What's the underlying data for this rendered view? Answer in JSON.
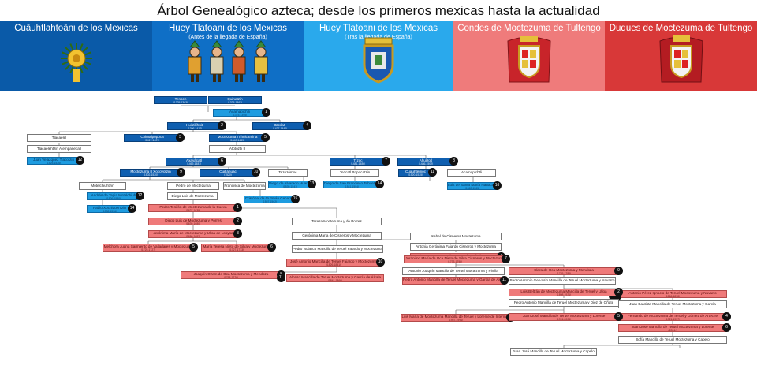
{
  "title": "Árbol Genealógico azteca; desde los primeros mexicas hasta la actualidad",
  "headers": [
    {
      "title": "Cuāuhtlahtoāni de los Mexicas",
      "subtitle": "",
      "color": "#0a5aa8",
      "emblem": "feather-shield-emblem"
    },
    {
      "title": "Huey Tlatoani de los Mexicas",
      "subtitle": "(Antes de la llegada de España)",
      "color": "#0f6fc6",
      "emblem": "codex-figures-emblem"
    },
    {
      "title": "Huey Tlatoani de los Mexicas",
      "subtitle": "(Tras la llegada de España)",
      "color": "#2aa9ec",
      "emblem": "spanish-coat-of-arms-emblem"
    },
    {
      "title": "Condes de Moctezuma de Tultengo",
      "subtitle": "",
      "color": "#ef7b7b",
      "emblem": "count-coat-of-arms-emblem"
    },
    {
      "title": "Duques de Moctezuma de Tultengo",
      "subtitle": "",
      "color": "#d83838",
      "emblem": "duke-coat-of-arms-emblem"
    }
  ],
  "nodes": [
    {
      "name": "Tenoch",
      "date": "(1325-1363)",
      "kind": "b1"
    },
    {
      "name": "Quinatzin",
      "date": "(1325-1363)",
      "kind": "b1"
    },
    {
      "name": "Acamapichtli",
      "date": "(1375-1395)",
      "kind": "b2",
      "num": "1"
    },
    {
      "name": "Huitzilíhuitl",
      "date": "(1396-1417)",
      "kind": "b1",
      "num": "2"
    },
    {
      "name": "Itzcóatl",
      "date": "(1427-1440)",
      "kind": "b1",
      "num": "4"
    },
    {
      "name": "Tlacaélel",
      "date": "",
      "kind": "b0"
    },
    {
      "name": "Chimalpopoca",
      "date": "(1417-1427)",
      "kind": "b1",
      "num": "3"
    },
    {
      "name": "Moctezuma I Ilhuicamina",
      "date": "(1440-1469)",
      "kind": "b1",
      "num": "5"
    },
    {
      "name": "Tlacaelehtzin Atempanecatl",
      "date": "",
      "kind": "b0"
    },
    {
      "name": "Atotoztli II",
      "date": "",
      "kind": "b0"
    },
    {
      "name": "Juan Velázquez Tlacotzin",
      "date": "(1525-1526)",
      "kind": "b2",
      "num": "12"
    },
    {
      "name": "Axayácatl",
      "date": "(1469-1481)",
      "kind": "b1",
      "num": "6"
    },
    {
      "name": "Tízoc",
      "date": "(1481-1486)",
      "kind": "b1",
      "num": "7"
    },
    {
      "name": "Ahuízotl",
      "date": "(1486-1502)",
      "kind": "b1",
      "num": "8"
    },
    {
      "name": "Moctezuma II Xocoyotzin",
      "date": "(1502-1520)",
      "kind": "b1",
      "num": "9"
    },
    {
      "name": "Cuitláhuac",
      "date": "(1520)",
      "kind": "b1",
      "num": "10"
    },
    {
      "name": "Tezozómoc",
      "date": "",
      "kind": "b0"
    },
    {
      "name": "Tezcatl Popocatzin",
      "date": "",
      "kind": "b0"
    },
    {
      "name": "Cuauhtémoc",
      "date": "(1520-1525)",
      "kind": "b1",
      "num": "11"
    },
    {
      "name": "Acamapichtli",
      "date": "",
      "kind": "b0"
    },
    {
      "name": "Motelchiuhtzin",
      "date": "",
      "kind": "b0"
    },
    {
      "name": "Pedro de Moctezuma",
      "date": "",
      "kind": "b0"
    },
    {
      "name": "Francisca de Moctezuma",
      "date": "",
      "kind": "b0"
    },
    {
      "name": "Diego de Alvarado Huanitzin",
      "date": "(1539-1541)",
      "kind": "b2",
      "num": "13"
    },
    {
      "name": "Diego de San Francisco Tehuetzquititzin",
      "date": "(1541-1554)",
      "kind": "b2",
      "num": "14"
    },
    {
      "name": "Luis de Santa María Nanacacipactzin",
      "date": "(1563-1565)",
      "kind": "b2",
      "num": "16"
    },
    {
      "name": "Andrés de Tapia Motelchiuh",
      "date": "(1526-1530)",
      "kind": "b2",
      "num": "12"
    },
    {
      "name": "Diego Luis de Moctezuma",
      "date": "",
      "kind": "b0"
    },
    {
      "name": "Cristóbal de Guzmán Cecetzin",
      "date": "(1557-1562)",
      "kind": "b2",
      "num": "15"
    },
    {
      "name": "Pablo Xochiquentzin",
      "date": "(1532-1536)",
      "kind": "b2",
      "num": "14"
    },
    {
      "name": "Pedro Tesifón de Moctezuma de la Cueva",
      "date": "(1627-1639)",
      "kind": "b3",
      "num": "1"
    },
    {
      "name": "Teresa Moctezuma y de Porres",
      "date": "",
      "kind": "b0"
    },
    {
      "name": "Diego Luis de Moctezuma y Porres",
      "date": "(1639-1680)",
      "kind": "b3",
      "num": "2"
    },
    {
      "name": "Jerónima María de Moctezuma y Ulloa de Loaysa",
      "date": "(1680-1692)",
      "kind": "b3",
      "num": "3"
    },
    {
      "name": "Gerónima María de Cisneros y Moctezuma",
      "date": "",
      "kind": "b0"
    },
    {
      "name": "Isabel de Cisneros Moctezuma",
      "date": "",
      "kind": "b0"
    },
    {
      "name": "Antonia Gerónima Fajardo Cisneros y Moctezuma",
      "date": "",
      "kind": "b0"
    },
    {
      "name": "Faustina Domínguez Colmenares de Valladares y Moctezuma",
      "date": "(1692-1725)",
      "kind": "b3",
      "num": "4"
    },
    {
      "name": "Melchora Juana Sarmiento de Valladares y Moctezuma",
      "date": "(1725-1727)",
      "kind": "b3",
      "num": "5"
    },
    {
      "name": "María Teresa Nieto de Silva y Moctezuma",
      "date": "(1727-1733)",
      "kind": "b3",
      "num": "6"
    },
    {
      "name": "Pedro Nolasco Mancilla de Teruel Fajardo y Moctezuma",
      "date": "",
      "kind": "b0"
    },
    {
      "name": "Jerónimo María de Oca Nieto de Silva Cisneros y Moctezuma",
      "date": "(1733-1758)",
      "kind": "b3",
      "num": "7"
    },
    {
      "name": "José Antonio Mancilla de Teruel Fajardo y Moctezuma",
      "date": "(1826-1841)",
      "kind": "b3",
      "num": "10"
    },
    {
      "name": "Antonio Joaquín Mancilla de Teruel Moctezuma y Pinilla",
      "date": "",
      "kind": "b0"
    },
    {
      "name": "Clara de Oca Moctezuma y Mendoza",
      "date": "(1776-1786)",
      "kind": "b3",
      "num": "9"
    },
    {
      "name": "Joaquín Ozam de Oca Moctezuma y Mendoza",
      "date": "(1758-1776)",
      "kind": "b3",
      "num": "8"
    },
    {
      "name": "Alonso Mancilla de Teruel Moctezuma y García de Álcala",
      "date": "(1841-1866)",
      "kind": "b3",
      "num": "11"
    },
    {
      "name": "Pedro Antonio Mancilla de Teruel Moctezuma y García de Álcala",
      "date": "",
      "kind": "b3",
      "num": "11"
    },
    {
      "name": "Pedro Antonio Gervasio Mancilla de Teruel Moctezuma y Navarro",
      "date": "",
      "kind": "b0"
    },
    {
      "name": "Antonio Pérez Ignacio de Teruel Moctezuma y Navarro",
      "date": "(1866-1898)",
      "kind": "b3",
      "num": "12/1"
    },
    {
      "name": "Luis Beltrán de Moctezuma Mancilla de Teruel y Ulloa",
      "date": "(1898-1921)",
      "kind": "b3",
      "num": "2"
    },
    {
      "name": "Pedro Antonio Mancilla de Teruel Moctezuma y Diez de Oñate",
      "date": "",
      "kind": "b0"
    },
    {
      "name": "Juan Bautista Mancilla de Teruel Moctezuma y García",
      "date": "",
      "kind": "b0"
    },
    {
      "name": "Fernando de Moctezuma de Teruel y Gómez de Arteche",
      "date": "(1921-1957)",
      "kind": "b3",
      "num": "4"
    },
    {
      "name": "Luis María de Moctezuma Mancilla de Teruel y Lorente de Intermas",
      "date": "(1957-1991)",
      "kind": "b3",
      "num": "3"
    },
    {
      "name": "Juan José Mancilla de Teruel Moctezuma y Lorente",
      "date": "(1991-2004)",
      "kind": "b3",
      "num": "5"
    },
    {
      "name": "Juan José Mancilla de Teruel Moctezuma y Lorente",
      "date": "(2004-)",
      "kind": "b3",
      "num": "6"
    },
    {
      "name": "Sofía Mancilla de Teruel Moctezuma y Capelo",
      "date": "(2)",
      "kind": "b0"
    },
    {
      "name": "Juan José Mancilla de Teruel Moctezuma y Capelo",
      "date": "(1)",
      "kind": "b0"
    }
  ]
}
